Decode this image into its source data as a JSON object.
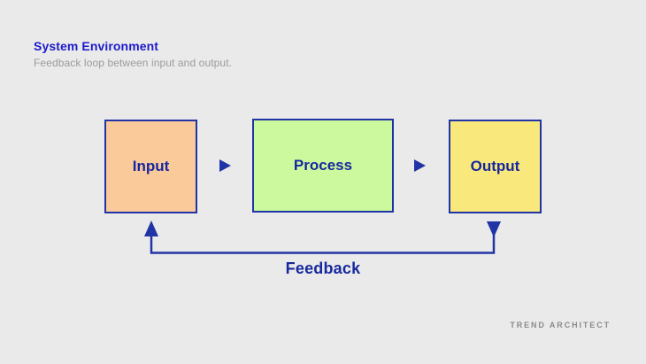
{
  "header": {
    "title": "System Environment",
    "subtitle": "Feedback loop between input and output."
  },
  "diagram": {
    "nodes": [
      {
        "id": "input",
        "label": "Input",
        "fill": "#fbca9b"
      },
      {
        "id": "process",
        "label": "Process",
        "fill": "#ccf99d"
      },
      {
        "id": "output",
        "label": "Output",
        "fill": "#f9e97c"
      }
    ],
    "connectors": [
      {
        "id": "input-to-process",
        "type": "arrow-right",
        "from": "input",
        "to": "process"
      },
      {
        "id": "process-to-output",
        "type": "arrow-right",
        "from": "process",
        "to": "output"
      },
      {
        "id": "feedback-loop",
        "type": "elbow-arrow",
        "from": "output",
        "to": "input",
        "label": "Feedback"
      }
    ],
    "feedback_label": "Feedback"
  },
  "footer": {
    "brand": "TREND ARCHITECT"
  },
  "colors": {
    "background": "#eaeaea",
    "title_blue": "#1c1acb",
    "subtitle_gray": "#9b9b9b",
    "line_navy": "#2134a6",
    "node_text_navy": "#17289e",
    "brand_gray": "#8b8b8b"
  }
}
